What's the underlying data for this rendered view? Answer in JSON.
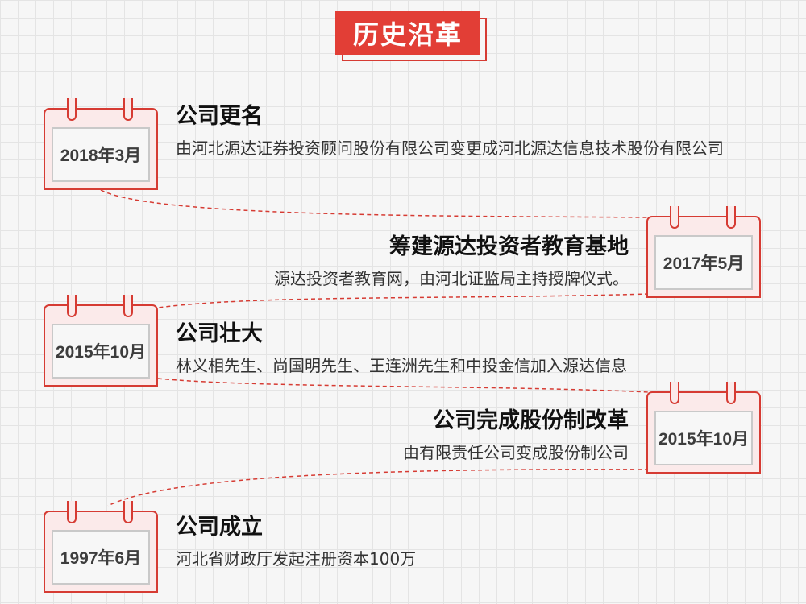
{
  "page_title": "历史沿革",
  "colors": {
    "accent": "#e23e36",
    "line": "#d63b33",
    "inner_border": "#c9c9c9"
  },
  "events": [
    {
      "date": "2018年3月",
      "title": "公司更名",
      "description": "由河北源达证券投资顾问股份有限公司变更成河北源达信息技术股份有限公司"
    },
    {
      "date": "2017年5月",
      "title": "筹建源达投资者教育基地",
      "description": "源达投资者教育网，由河北证监局主持授牌仪式。"
    },
    {
      "date": "2015年10月",
      "title": "公司壮大",
      "description": "林义相先生、尚国明先生、王连洲先生和中投金信加入源达信息"
    },
    {
      "date": "2015年10月",
      "title": "公司完成股份制改革",
      "description": "由有限责任公司变成股份制公司"
    },
    {
      "date": "1997年6月",
      "title": "公司成立",
      "description": "河北省财政厅发起注册资本100万"
    }
  ]
}
